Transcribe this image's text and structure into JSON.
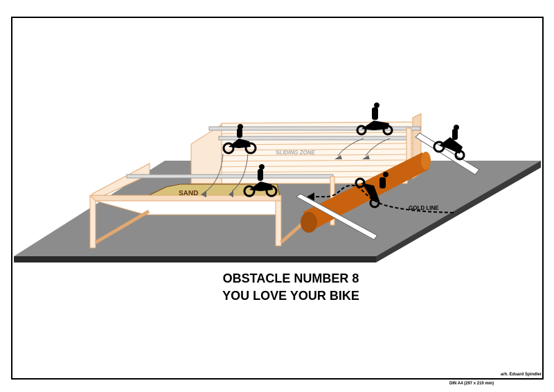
{
  "title_line1": "OBSTACLE NUMBER 8",
  "title_line2": "YOU LOVE YOUR BIKE",
  "labels": {
    "sliding_zone": "SLIDING ZONE",
    "sand": "SAND",
    "gold_line": "GOLD LINE"
  },
  "author": "arh. Eduard Spindler",
  "paper_format": "DIN A4 (297 x 210 mm)",
  "colors": {
    "ground": "#8c8c8c",
    "ground_edge": "#2a2a2a",
    "wood": "#f0c9a0",
    "sand": "#d8c27a",
    "log": "#c8620e",
    "bike": "#000000"
  }
}
